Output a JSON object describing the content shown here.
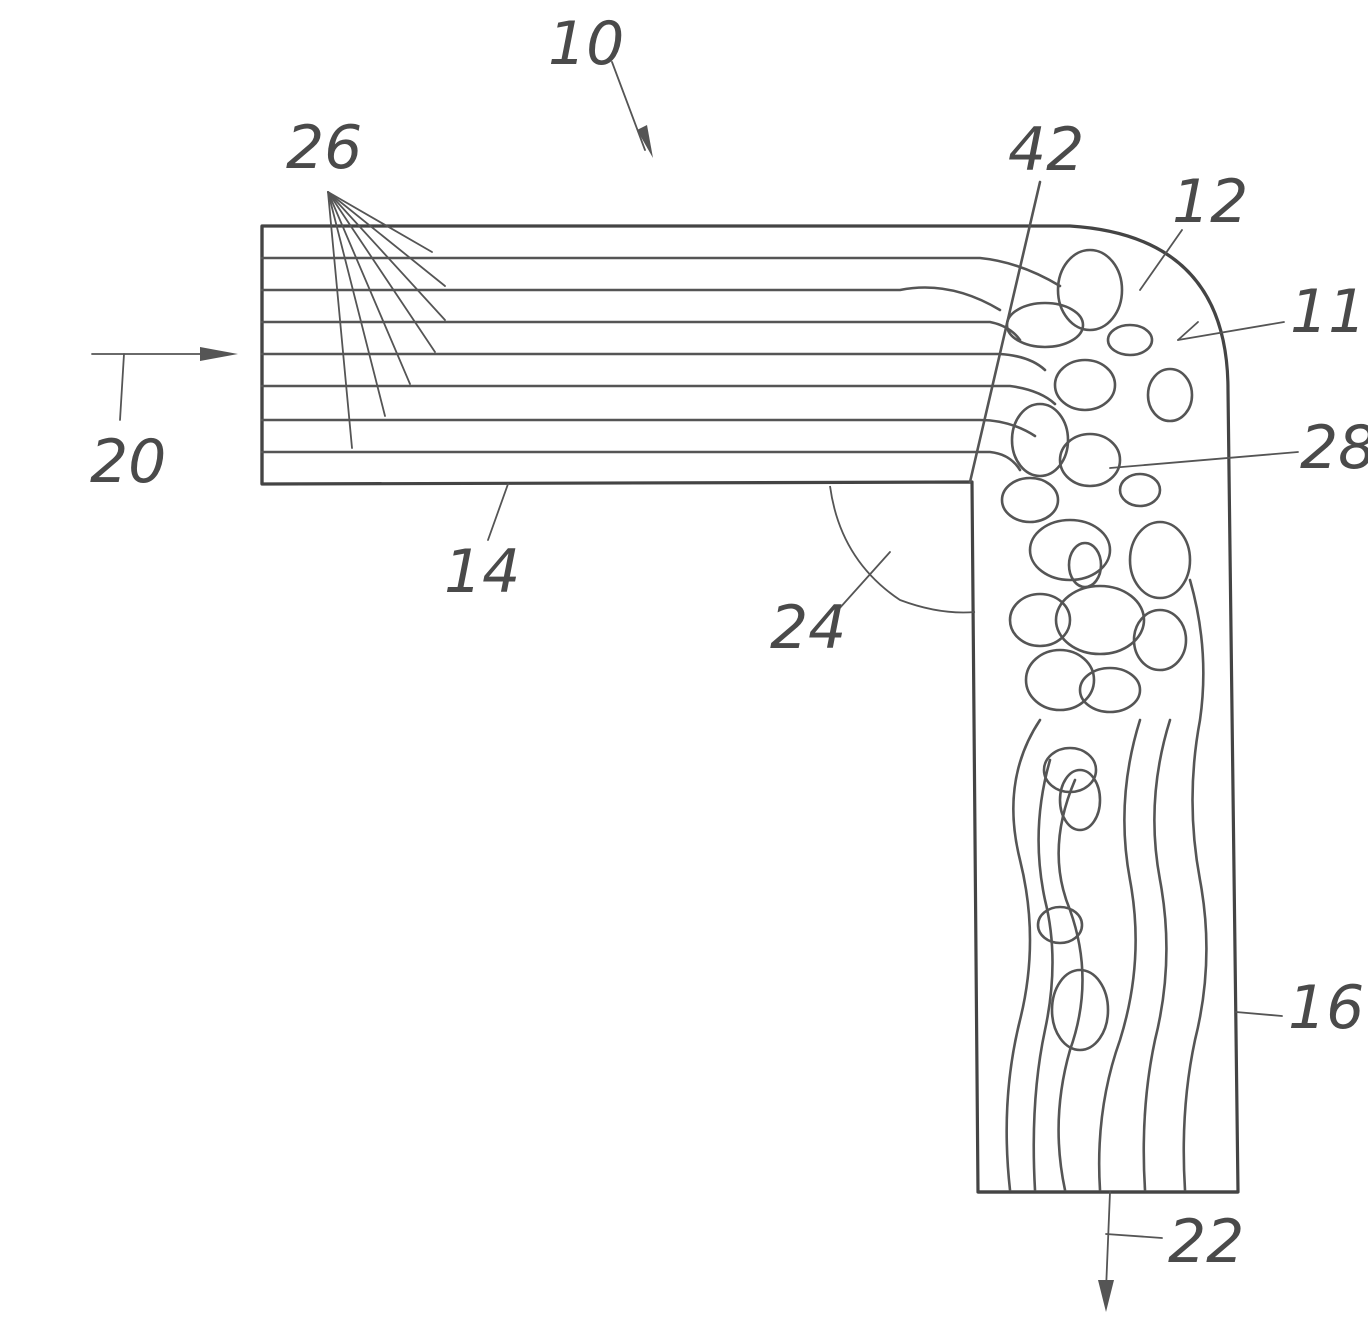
{
  "figure": {
    "labels": {
      "assembly": "10",
      "bend_region": "11",
      "turbulence_zone": "12",
      "inlet_duct": "14",
      "outlet_duct": "16",
      "inflow_arrow": "20",
      "outflow_arrow": "22",
      "bend_angle": "24",
      "laminar_streamlines": "26",
      "vortices": "28",
      "transition_line": "42"
    }
  }
}
